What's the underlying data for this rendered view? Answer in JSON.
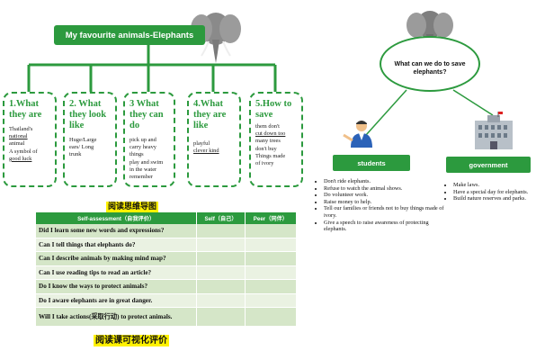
{
  "mindmap": {
    "title": "My favourite animals-Elephants",
    "branches": [
      {
        "heading": "1.What they are",
        "lines": [
          "Thailand's",
          "national",
          "animal",
          "A symbol of",
          "good luck"
        ]
      },
      {
        "heading": "2. What they look like",
        "lines": [
          "Huge/Large",
          "ears/ Long",
          "trunk"
        ]
      },
      {
        "heading": "3 What they can do",
        "lines": [
          "pick up and",
          "carry heavy",
          "things",
          "play and swim",
          "in the water",
          "remember"
        ]
      },
      {
        "heading": "4.What they are like",
        "lines": [
          "playful",
          "clever kind"
        ]
      },
      {
        "heading": "5.How to save",
        "lines": [
          "them don't",
          "cut down too",
          "many trees",
          "don't buy",
          "Things made",
          "of ivory"
        ]
      }
    ],
    "caption": "阅读思维导图"
  },
  "assessment": {
    "headers": [
      "Self-assessment（自我评价）",
      "Self（自己）",
      "Peer（同伴）"
    ],
    "rows": [
      "Did I learn some new words and expressions?",
      "Can I tell things that elephants do?",
      "Can I describe animals by making mind map?",
      "Can I use reading tips to read an article?",
      "Do I know the ways to protect animals?",
      "Do I aware elephants are in great danger.",
      "Will I take actions(采取行动) to protect animals."
    ],
    "caption": "阅读课可视化评价"
  },
  "protect": {
    "question": "What can we do to save elephants?",
    "students": {
      "label": "students",
      "items": [
        "Don't ride elephants.",
        "Refuse to watch the animal shows.",
        "Do volunteer work.",
        "Raise money to help.",
        "Tell our families or friends not to buy things made of ivory.",
        "Give a speech to raise awareness of protecting elephants."
      ]
    },
    "government": {
      "label": "government",
      "items": [
        "Make laws.",
        "Have a special day for elephants.",
        "Build nature reserves and parks."
      ]
    }
  },
  "colors": {
    "accent": "#2c9a3e",
    "highlight": "#fff200",
    "row_dark": "#d5e6c8",
    "row_light": "#eaf2e2"
  }
}
